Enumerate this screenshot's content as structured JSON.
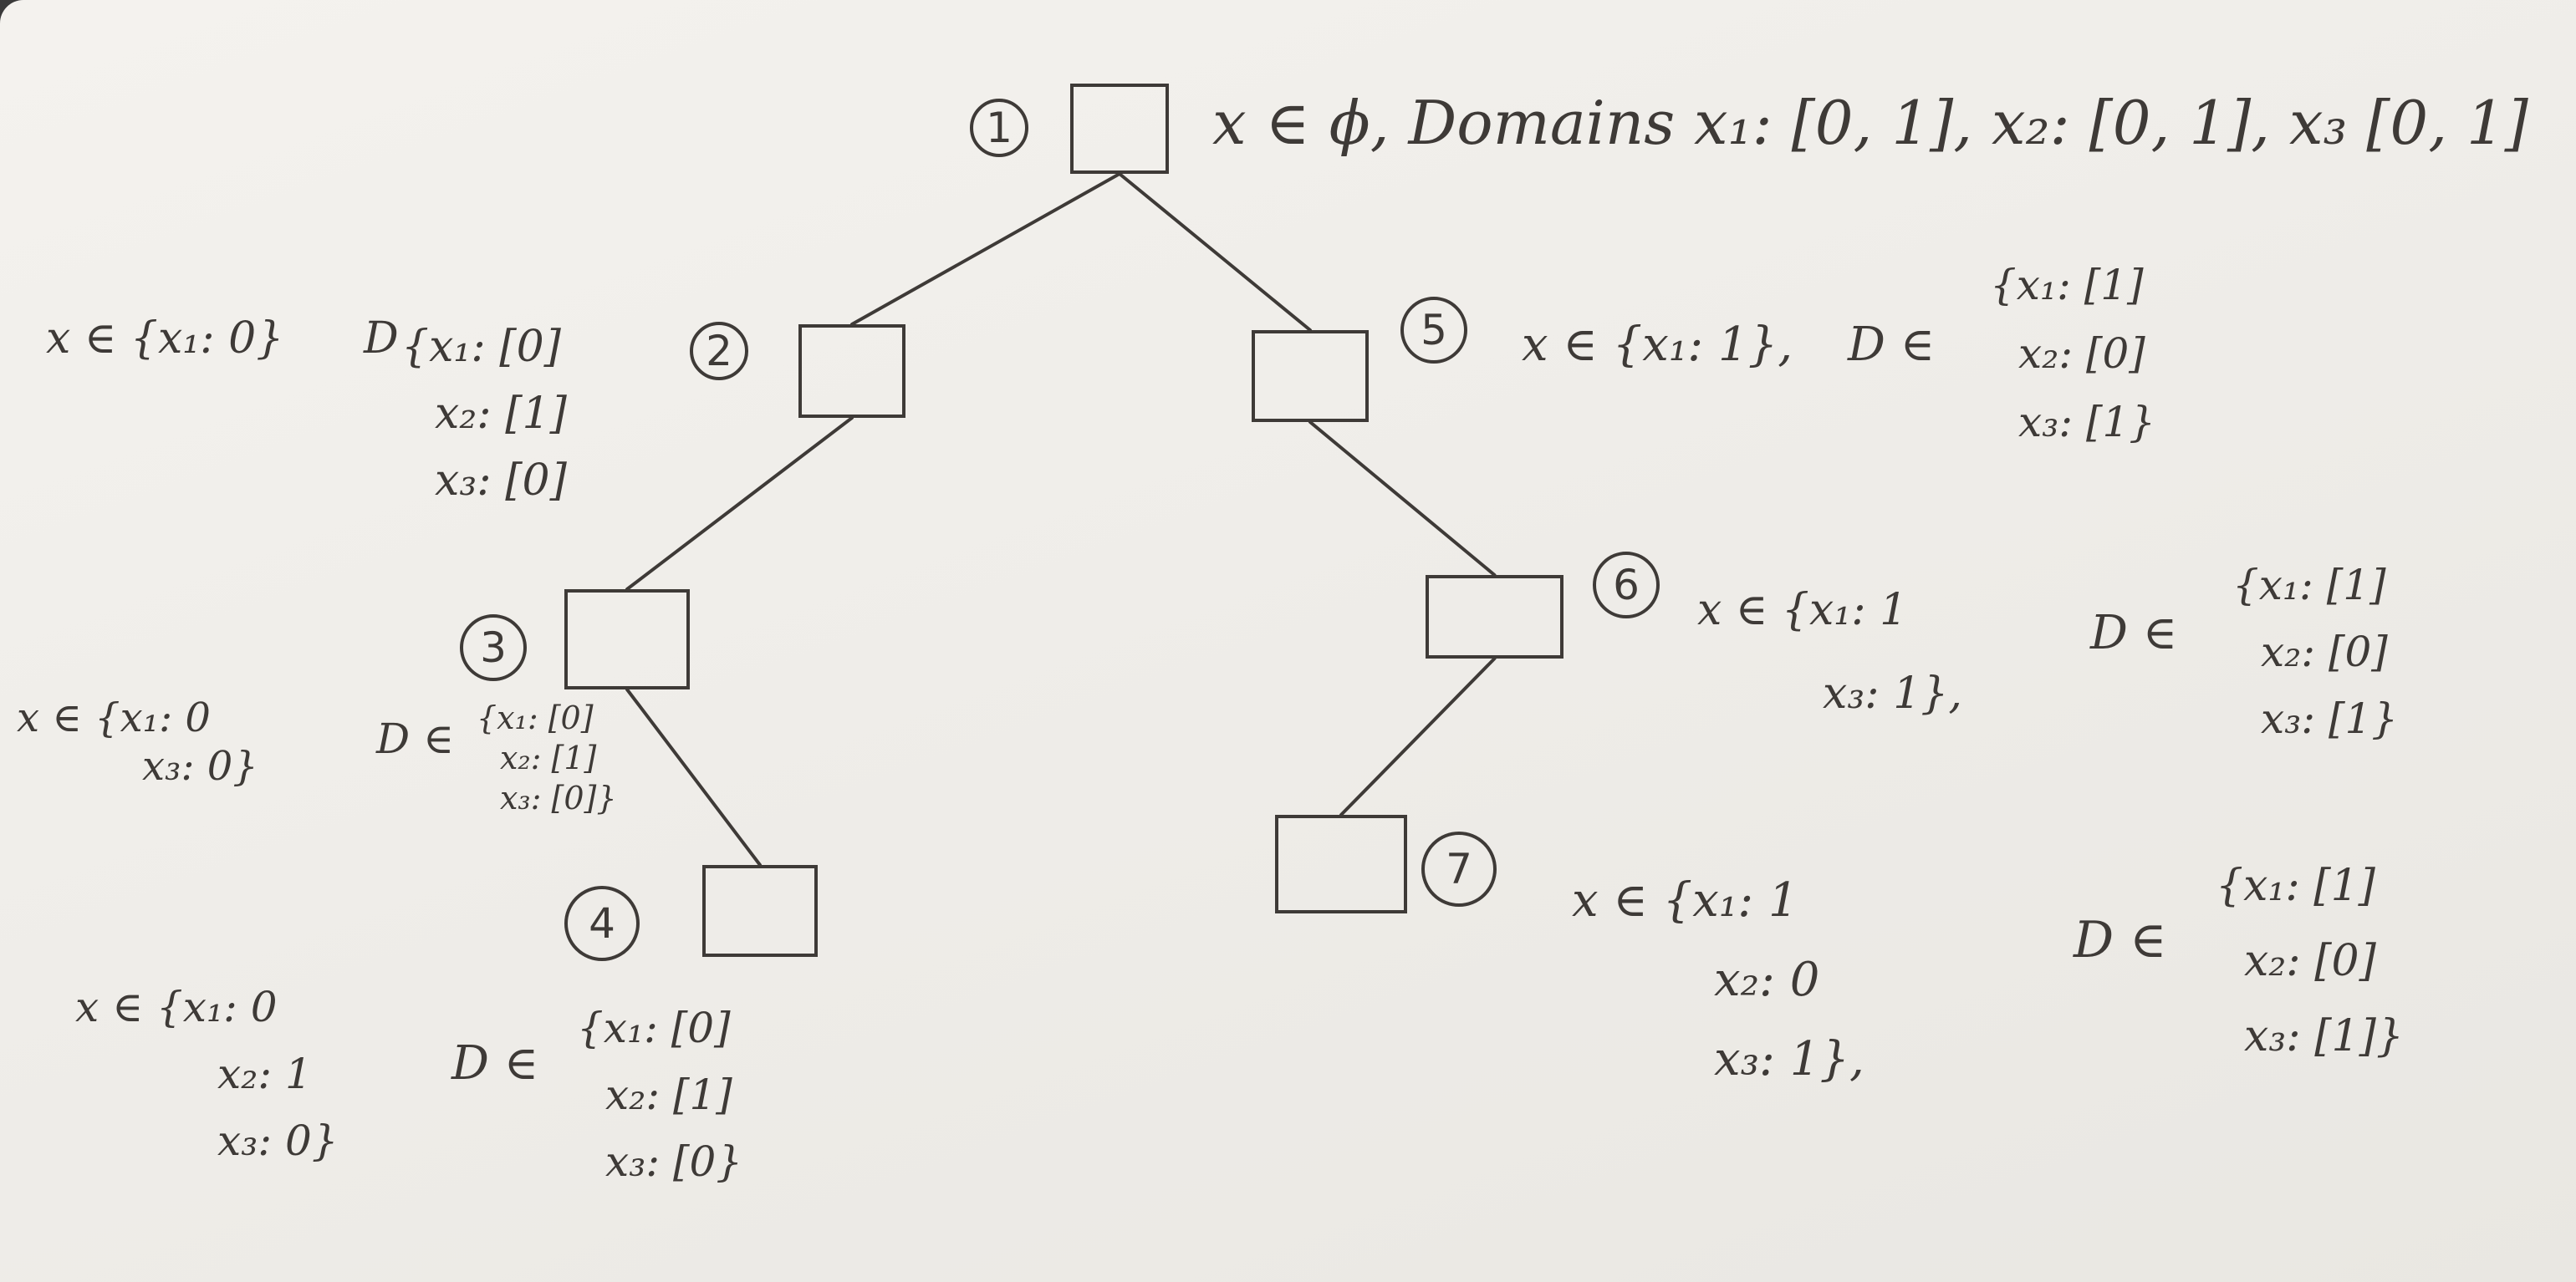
{
  "nodes": [
    {
      "id": "1",
      "label": "1"
    },
    {
      "id": "2",
      "label": "2"
    },
    {
      "id": "3",
      "label": "3"
    },
    {
      "id": "4",
      "label": "4"
    },
    {
      "id": "5",
      "label": "5"
    },
    {
      "id": "6",
      "label": "6"
    },
    {
      "id": "7",
      "label": "7"
    }
  ],
  "edges": [
    {
      "from": "1",
      "to": "2"
    },
    {
      "from": "1",
      "to": "5"
    },
    {
      "from": "2",
      "to": "3"
    },
    {
      "from": "3",
      "to": "4"
    },
    {
      "from": "5",
      "to": "6"
    },
    {
      "from": "6",
      "to": "7"
    }
  ],
  "annotations": {
    "n1": "x ∈ ϕ,  Domains x₁: [0, 1], x₂: [0, 1], x₃ [0, 1]",
    "n2": {
      "x_set": [
        "x ∈ {x₁: 0}"
      ],
      "D_label": "D",
      "D_set": [
        "{x₁: [0]",
        "x₂: [1]",
        "x₃: [0]"
      ]
    },
    "n3": {
      "x_set": [
        "x ∈ {x₁: 0",
        "x₃: 0}"
      ],
      "D_label": "D ∈",
      "D_set": [
        "{x₁: [0]",
        "x₂: [1]",
        "x₃: [0]}"
      ]
    },
    "n4": {
      "x_set": [
        "x ∈ {x₁: 0",
        "x₂: 1",
        "x₃: 0}"
      ],
      "D_label": "D ∈",
      "D_set": [
        "{x₁: [0]",
        "x₂: [1]",
        "x₃: [0}"
      ]
    },
    "n5": {
      "x_set": [
        "x ∈ {x₁: 1},"
      ],
      "D_label": "D ∈",
      "D_set": [
        "{x₁: [1]",
        "x₂: [0]",
        "x₃: [1}"
      ]
    },
    "n6": {
      "x_set": [
        "x ∈ {x₁: 1",
        "x₃: 1},"
      ],
      "D_label": "D ∈",
      "D_set": [
        "{x₁: [1]",
        "x₂: [0]",
        "x₃: [1}"
      ]
    },
    "n7": {
      "x_set": [
        "x ∈ {x₁: 1",
        "x₂: 0",
        "x₃: 1},"
      ],
      "D_label": "D ∈",
      "D_set": [
        "{x₁: [1]",
        "x₂: [0]",
        "x₃: [1]}"
      ]
    }
  },
  "colors": {
    "ink": "#3e3a37",
    "paper": "#efede9"
  }
}
